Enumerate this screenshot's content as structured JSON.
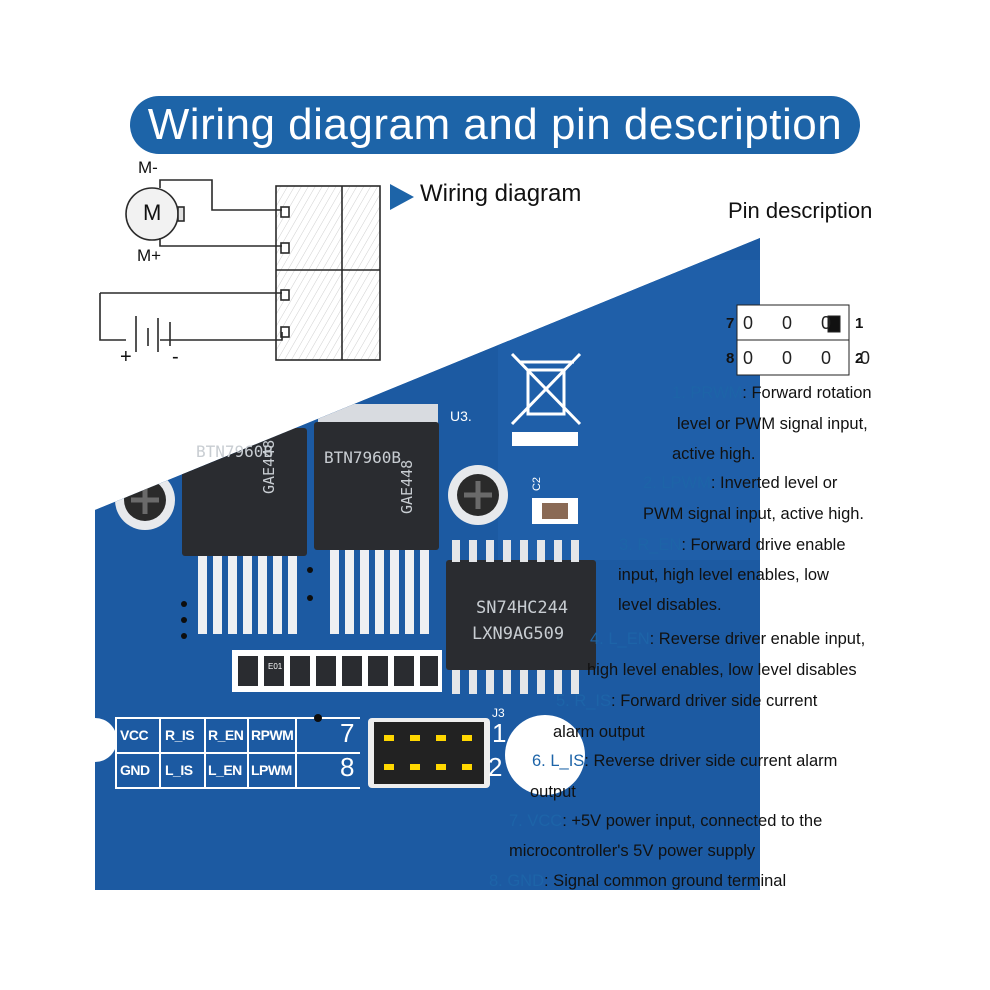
{
  "banner": {
    "title": "Wiring diagram and pin description"
  },
  "wiring": {
    "label": "Wiring diagram",
    "motor_top": "M-",
    "motor_bottom": "M+",
    "motor_letter": "M",
    "battery_plus": "+",
    "battery_minus": "-"
  },
  "pins": {
    "title": "Pin description",
    "header_rows": [
      {
        "left": "7",
        "right": "1",
        "circles": "0 0 0"
      },
      {
        "left": "8",
        "right": "2",
        "circles": "0 0 0 0"
      }
    ],
    "items": [
      {
        "num": "1. PRWM",
        "lines": [
          ": Forward rotation",
          "level or PWM signal input,",
          "active high."
        ]
      },
      {
        "num": "2. LPWM",
        "lines": [
          ": Inverted level or",
          "PWM signal input, active high."
        ]
      },
      {
        "num": "3. R_EN",
        "lines": [
          ": Forward drive enable",
          "input, high level enables, low",
          "level disables."
        ]
      },
      {
        "num": "4. L_EN",
        "lines": [
          ": Reverse driver enable input,",
          "high level enables, low level disables"
        ]
      },
      {
        "num": "5. R_IS",
        "lines": [
          ": Forward driver side current",
          "alarm output"
        ]
      },
      {
        "num": "6. L_IS",
        "lines": [
          ": Reverse driver side current alarm",
          "output"
        ]
      },
      {
        "num": "7. VCC",
        "lines": [
          ": +5V power input, connected to the",
          "microcontroller's 5V power supply"
        ]
      },
      {
        "num": "8. GND",
        "lines": [
          ": Signal common ground terminal"
        ]
      }
    ]
  },
  "pcb": {
    "chip1": {
      "line1": "BTN7960B",
      "line2": "GAE448"
    },
    "chip2": {
      "line1": "BTN7960B",
      "line2": "GAE448"
    },
    "chip3": {
      "line1": "SN74HC244",
      "line2": "LXN9AG509"
    },
    "u3": "U3.",
    "c2": "C2",
    "j3": "J3",
    "silk_2": "_2",
    "resistor_code": "E01",
    "table_row1": [
      "VCC",
      "R_IS",
      "R_EN",
      "RPWM"
    ],
    "table_row2": [
      "GND",
      "L_IS",
      "L_EN",
      "LPWM"
    ],
    "header_num_top": "7",
    "header_num_top_right": "1",
    "header_num_bottom": "8",
    "header_num_bottom_right": "2"
  },
  "colors": {
    "banner": "#1d64a8",
    "pcb": "#1e5ea8",
    "accent": "#1d64a8"
  }
}
